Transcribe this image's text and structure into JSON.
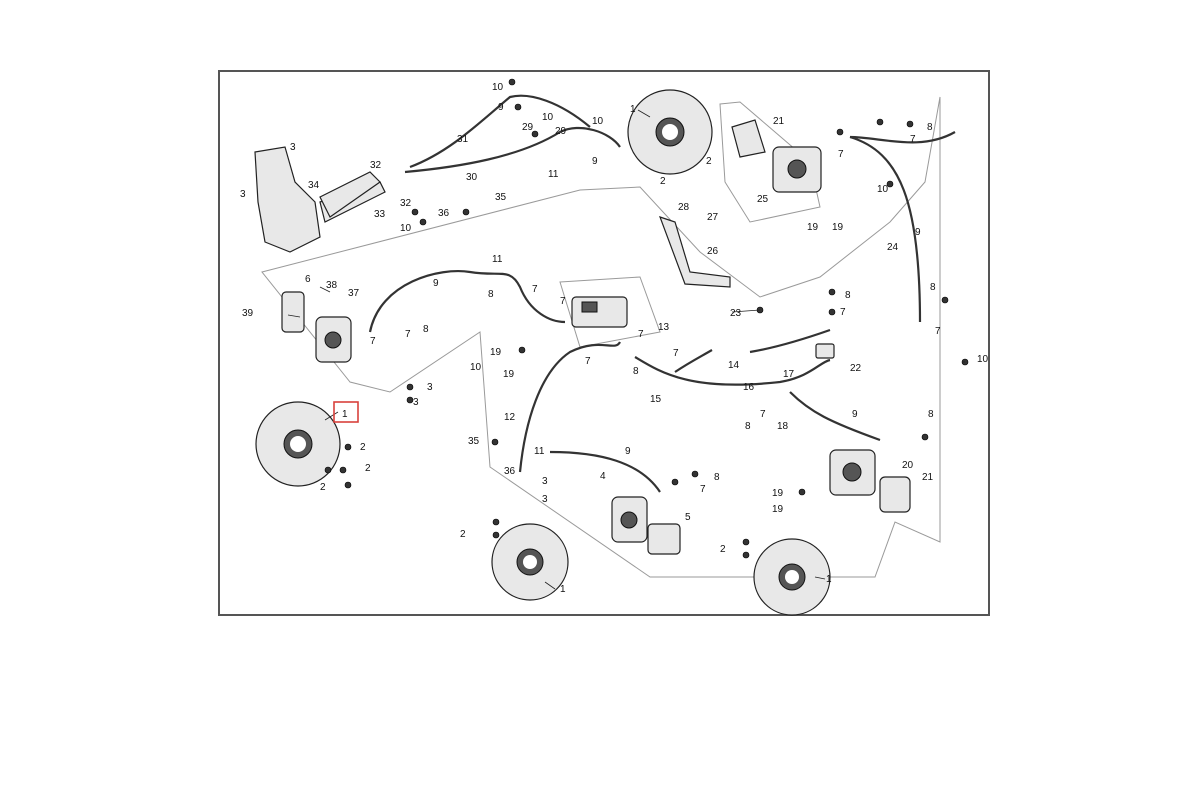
{
  "diagram": {
    "callout_labels": {
      "disc_front_left": "1",
      "disc_top": "1",
      "disc_bottom_center": "1",
      "disc_bottom_right": "1",
      "bolt": "2",
      "screw": "3",
      "caliper_front": "4",
      "pads_front": "5",
      "pads_left": "6",
      "washer": "7",
      "bolt8": "8",
      "clip": "9",
      "bolt10": "10",
      "clamp": "11",
      "hose12": "12",
      "master_cyl": "13",
      "hose14": "14",
      "hose15": "15",
      "hose16": "16",
      "hose17": "17",
      "hose18": "18",
      "bolt19": "19",
      "caliper_rear": "20",
      "pads_rear": "21",
      "junction": "22",
      "switch": "23",
      "hose24": "24",
      "caliper_top": "25",
      "pin26": "26",
      "spring27": "27",
      "pedal": "28",
      "bracket29": "29",
      "cable30": "30",
      "cable31": "31",
      "screw32": "32",
      "lever33": "33",
      "handbrake": "34",
      "clip35": "35",
      "nut36": "36",
      "hose37": "37",
      "caliper_left": "38",
      "pads39": "39"
    },
    "highlighted_callout": "1"
  }
}
